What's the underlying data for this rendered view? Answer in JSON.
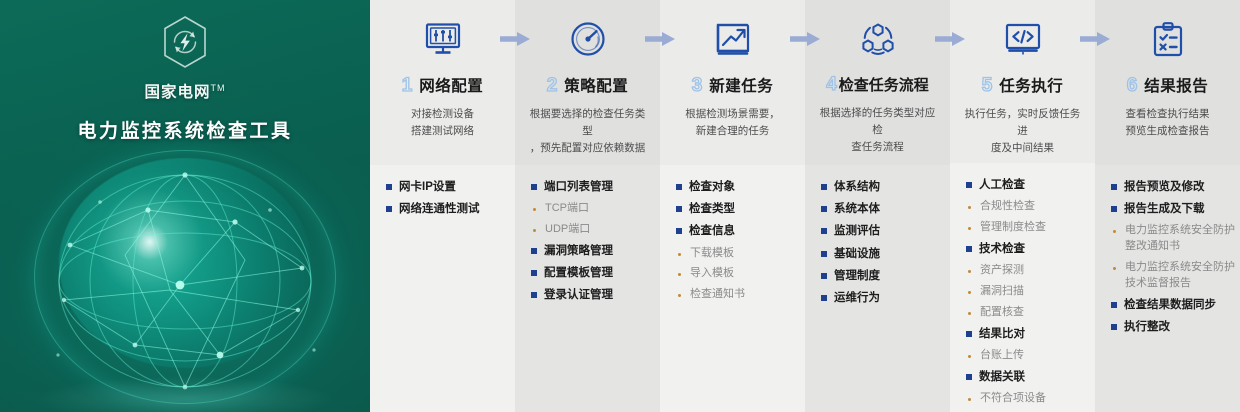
{
  "brand": {
    "logo_icon": "state-grid-hexagon-bolt-logo",
    "company": "国家电网",
    "tm": "TM",
    "product_title": "电力监控系统检查工具",
    "accent_bg": "#0a5f50",
    "globe_glow": "#1fe0c4"
  },
  "palette": {
    "icon_blue": "#1f4fa8",
    "arrow_blue": "#9aabd4",
    "step_number_outline": "#9ec3e8",
    "bullet_primary": "#1f3f8f",
    "bullet_secondary": "#c28a3a",
    "col_light": "#f1f1f0",
    "col_dark": "#e4e4e3"
  },
  "steps": [
    {
      "number": "1",
      "title": "网络配置",
      "icon": "monitor-sliders-icon",
      "desc": "对接检测设备\n搭建测试网络",
      "items": [
        {
          "level": 1,
          "text": "网卡IP设置"
        },
        {
          "level": 1,
          "text": "网络连通性测试"
        }
      ]
    },
    {
      "number": "2",
      "title": "策略配置",
      "icon": "gauge-icon",
      "desc": "根据要选择的检查任务类型\n，预先配置对应依赖数据",
      "items": [
        {
          "level": 1,
          "text": "端口列表管理"
        },
        {
          "level": 2,
          "text": "TCP端口"
        },
        {
          "level": 2,
          "text": "UDP端口"
        },
        {
          "level": 1,
          "text": "漏洞策略管理"
        },
        {
          "level": 1,
          "text": "配置模板管理"
        },
        {
          "level": 1,
          "text": "登录认证管理"
        }
      ]
    },
    {
      "number": "3",
      "title": "新建任务",
      "icon": "chart-trend-up-icon",
      "desc": "根据检测场景需要，\n新建合理的任务",
      "items": [
        {
          "level": 1,
          "text": "检查对象"
        },
        {
          "level": 1,
          "text": "检查类型"
        },
        {
          "level": 1,
          "text": "检查信息"
        },
        {
          "level": 2,
          "text": "下载模板"
        },
        {
          "level": 2,
          "text": "导入模板"
        },
        {
          "level": 2,
          "text": "检查通知书"
        }
      ]
    },
    {
      "number": "4",
      "title": "检查任务流程",
      "icon": "workflow-nodes-icon",
      "desc": "根据选择的任务类型对应检\n查任务流程",
      "items": [
        {
          "level": 1,
          "text": "体系结构"
        },
        {
          "level": 1,
          "text": "系统本体"
        },
        {
          "level": 1,
          "text": "监测评估"
        },
        {
          "level": 1,
          "text": "基础设施"
        },
        {
          "level": 1,
          "text": "管理制度"
        },
        {
          "level": 1,
          "text": "运维行为"
        }
      ]
    },
    {
      "number": "5",
      "title": "任务执行",
      "icon": "code-monitor-icon",
      "desc": "执行任务，实时反馈任务进\n度及中间结果",
      "items": [
        {
          "level": 1,
          "text": "人工检查"
        },
        {
          "level": 2,
          "text": "合规性检查"
        },
        {
          "level": 2,
          "text": "管理制度检查"
        },
        {
          "level": 1,
          "text": "技术检查"
        },
        {
          "level": 2,
          "text": "资产探测"
        },
        {
          "level": 2,
          "text": "漏洞扫描"
        },
        {
          "level": 2,
          "text": "配置核查"
        },
        {
          "level": 1,
          "text": "结果比对"
        },
        {
          "level": 2,
          "text": "台账上传"
        },
        {
          "level": 1,
          "text": "数据关联"
        },
        {
          "level": 2,
          "text": "不符合项设备"
        }
      ]
    },
    {
      "number": "6",
      "title": "结果报告",
      "icon": "clipboard-check-icon",
      "desc": "查看检查执行结果\n预览生成检查报告",
      "items": [
        {
          "level": 1,
          "text": "报告预览及修改"
        },
        {
          "level": 1,
          "text": "报告生成及下载"
        },
        {
          "level": 2,
          "text": "电力监控系统安全防护整改通知书"
        },
        {
          "level": 2,
          "text": "电力监控系统安全防护技术监督报告"
        },
        {
          "level": 1,
          "text": "检查结果数据同步"
        },
        {
          "level": 1,
          "text": "执行整改"
        }
      ]
    }
  ],
  "arrows": [
    "arrow-right-icon",
    "arrow-right-icon",
    "arrow-right-icon",
    "arrow-right-icon",
    "arrow-right-icon"
  ]
}
